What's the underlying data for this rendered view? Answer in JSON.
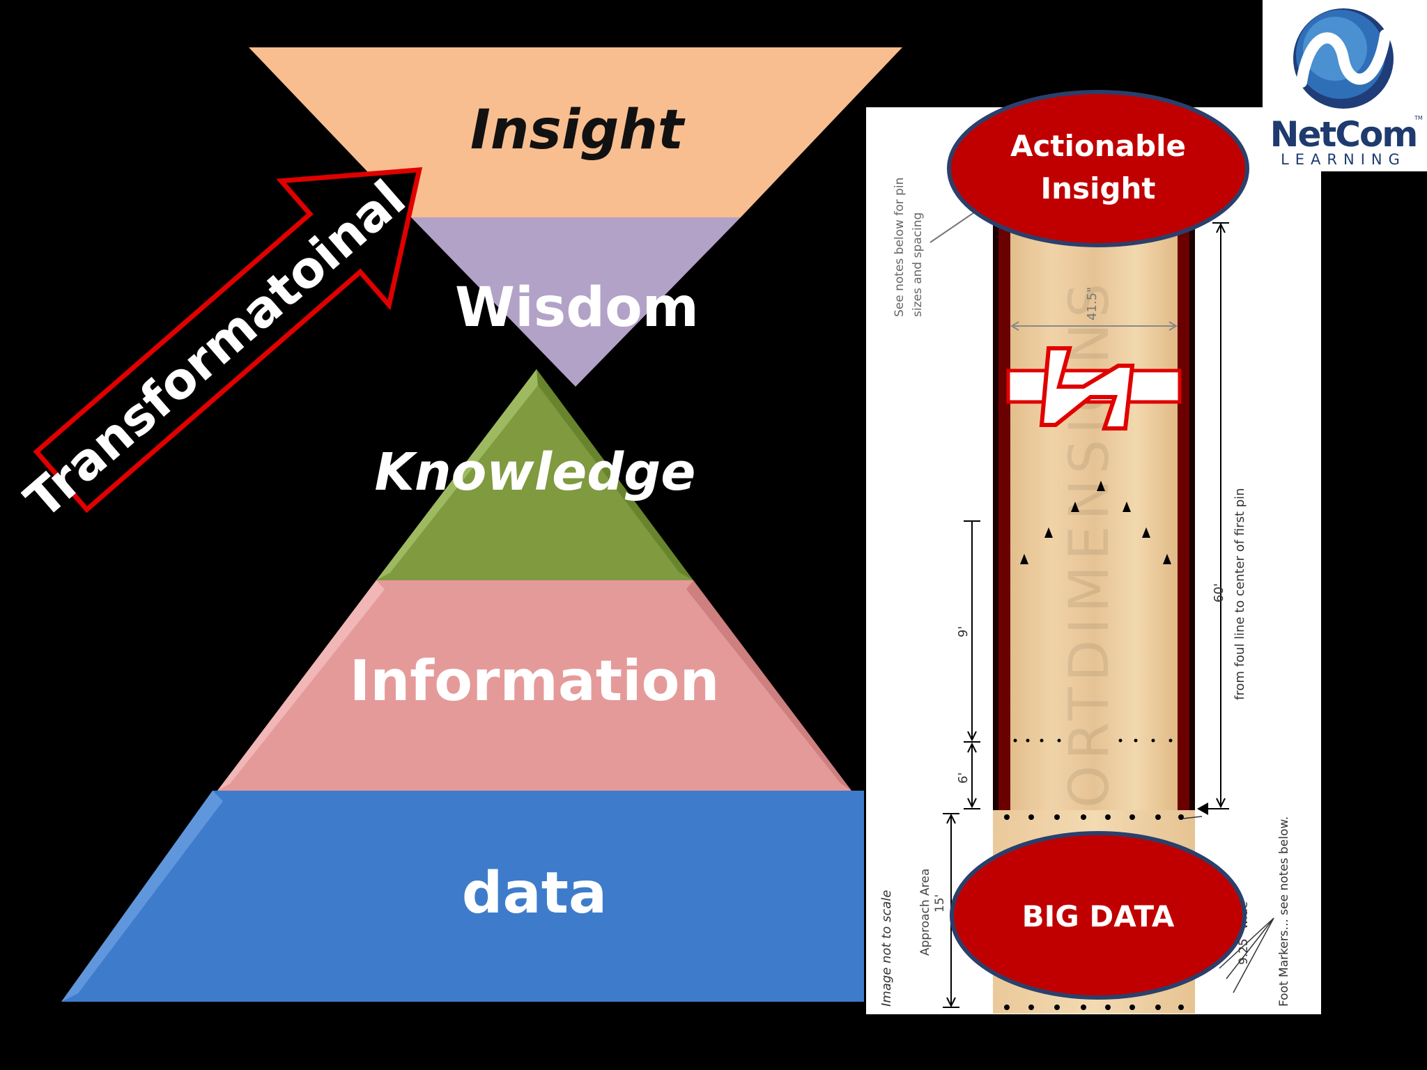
{
  "diagram": {
    "insight": "Insight",
    "wisdom": "Wisdom",
    "knowledge": "Knowledge",
    "information": "Information",
    "data": "data",
    "arrow_label": "Transformatoinal"
  },
  "lane": {
    "actionable_line1": "Actionable",
    "actionable_line2": "Insight",
    "big_data": "BIG DATA",
    "note_top_line1": "See notes below for pin",
    "note_top_line2": "sizes and spacing",
    "width_dim": "41.5\"",
    "dim_9": "9'",
    "dim_6": "6'",
    "dim_60": "60'",
    "foul_line_note": "from foul line to center of first pin",
    "approach_label": "Approach Area",
    "approach_dim": "15'",
    "not_to_scale": "Image not to scale",
    "wide_dim": "9.25\" wide",
    "foot_markers": "Foot Markers... see notes below.",
    "watermark": "ORTDIMENSIONS"
  },
  "logo": {
    "name": "NetCom",
    "tag": "LEARNING",
    "tm": "TM"
  },
  "colors": {
    "background": "#000000",
    "insight": "#F9BE8F",
    "wisdom": "#B3A2C7",
    "knowledge": "#7F9A3F",
    "information": "#E59A9A",
    "data": "#3E7CCB",
    "oval": "#C00000",
    "arrow_border": "#E00000",
    "lane_wood": "#E8C89A"
  }
}
